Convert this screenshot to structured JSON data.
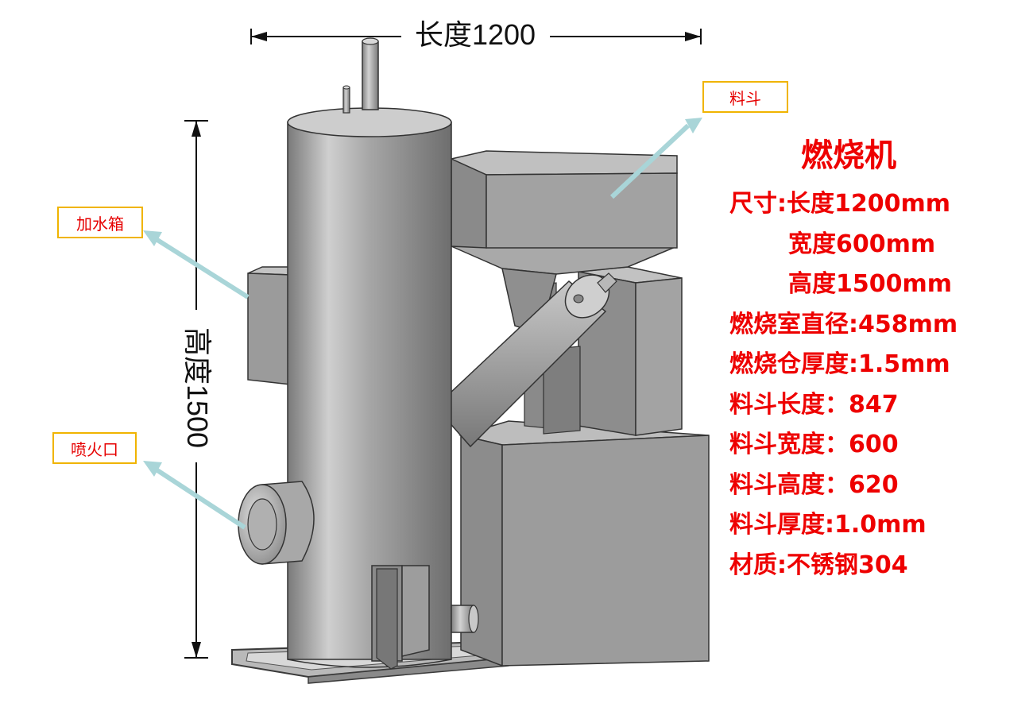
{
  "dimensions": {
    "length_label": "长度1200",
    "height_label": "高度1500"
  },
  "callouts": {
    "hopper": "料斗",
    "water_tank": "加水箱",
    "nozzle": "喷火口"
  },
  "specs": {
    "title": "燃烧机",
    "lines": [
      "尺寸:长度1200mm",
      "宽度600mm",
      "高度1500mm",
      "燃烧室直径:458mm",
      "燃烧仓厚度:1.5mm",
      "料斗长度：847",
      "料斗宽度：600",
      "料斗高度：620",
      "料斗厚度:1.0mm",
      "材质:不锈钢304"
    ]
  },
  "colors": {
    "spec_text": "#ee0000",
    "callout_border": "#f0b400",
    "arrow": "#a9d5d8",
    "machine_gray": "#9c9c9c"
  }
}
